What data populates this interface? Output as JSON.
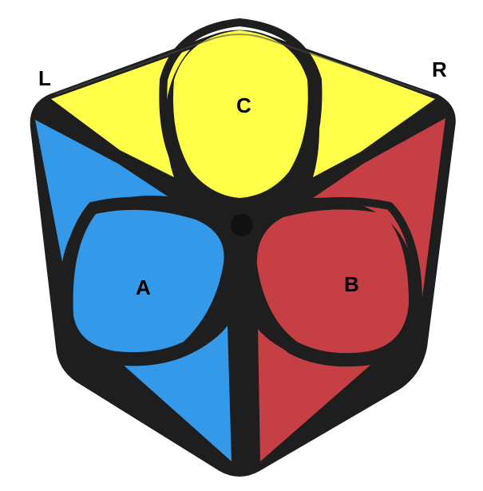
{
  "labels": {
    "left": "L",
    "right": "R",
    "center_top": "C",
    "left_face": "A",
    "right_face": "B"
  },
  "colors": {
    "top": "#FFFF4A",
    "left": "#3399E8",
    "right": "#C63F45",
    "body": "#1E1E1E"
  }
}
